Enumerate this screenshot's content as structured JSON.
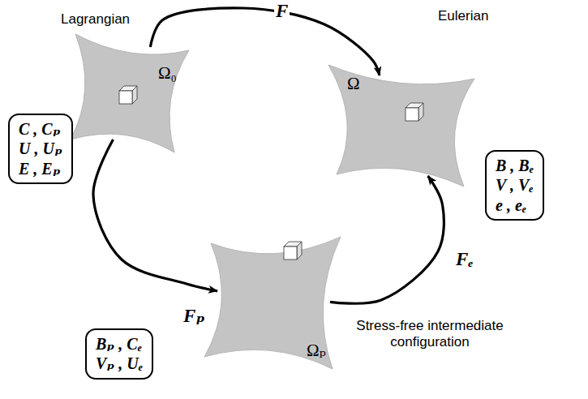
{
  "diagram": {
    "nodes": [
      {
        "text": [
          "Ω₀"
        ]
      },
      {
        "text": [
          "Ω"
        ]
      },
      {
        "text": [
          "Ωₚ"
        ]
      },
      {
        "text": [
          "C , Cₚ",
          "U , Uₚ",
          "E , Eₚ"
        ]
      },
      {
        "text": [
          "B , Bₑ",
          "V , Vₑ",
          "e , eₑ"
        ]
      },
      {
        "text": [
          "Bₚ , Cₑ",
          "Vₚ , Uₑ"
        ]
      }
    ],
    "edges": [
      {
        "from": 0,
        "to": 1,
        "label": "F",
        "arrow": "to"
      },
      {
        "from": 0,
        "to": 2,
        "label": "Fₚ",
        "arrow": "to"
      },
      {
        "from": 2,
        "to": 1,
        "label": "Fₑ",
        "arrow": "to"
      }
    ],
    "labels": [
      "Lagrangian",
      "Eulerian",
      "Stress-free intermediate configuration"
    ]
  }
}
